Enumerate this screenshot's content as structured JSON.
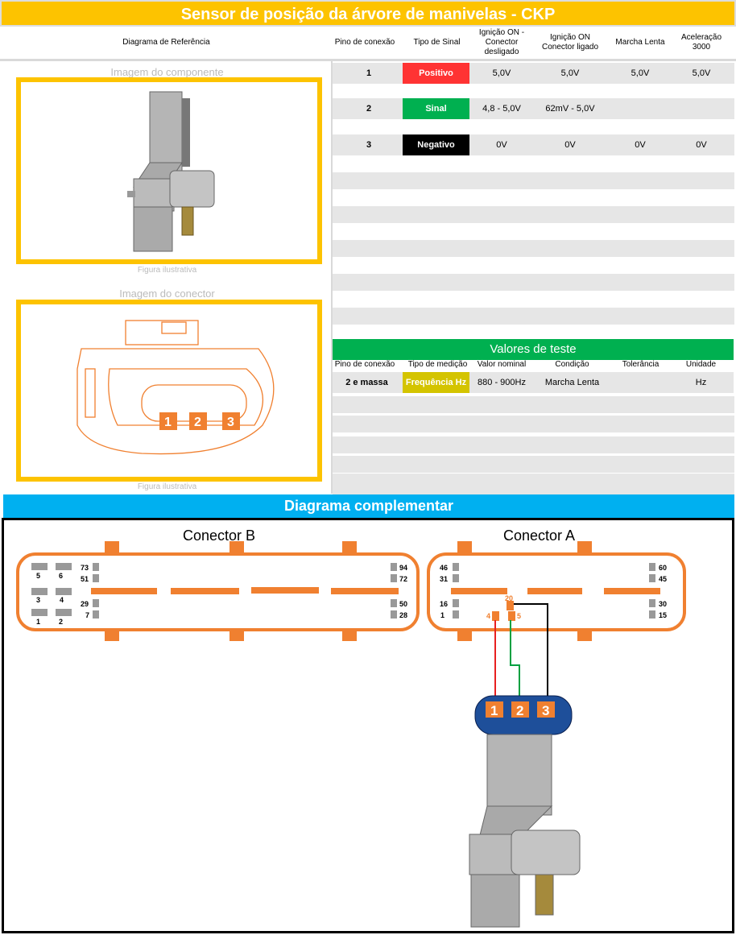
{
  "title": "Sensor de posição da árvore de manivelas - CKP",
  "columns": {
    "ref": "Diagrama de Referência",
    "pin": "Pino de conexão",
    "type": "Tipo de Sinal",
    "ign_off": "Ignição ON - Conector desligado",
    "ign_on": "Ignição ON Conector ligado",
    "idle": "Marcha Lenta",
    "accel": "Aceleração 3000"
  },
  "left": {
    "component_label": "Imagem do componente",
    "connector_label": "Imagem do conector",
    "caption1": "Figura ilustrativa",
    "caption2": "Figura ilustrativa",
    "pins": [
      "1",
      "2",
      "3"
    ]
  },
  "pins": [
    {
      "pin": "1",
      "type": "Positivo",
      "color": "#FF3333",
      "ign_off": "5,0V",
      "ign_on": "5,0V",
      "idle": "5,0V",
      "accel": "5,0V"
    },
    {
      "pin": "2",
      "type": "Sinal",
      "color": "#00B050",
      "ign_off": "4,8 - 5,0V",
      "ign_on": "62mV - 5,0V",
      "idle": "",
      "accel": ""
    },
    {
      "pin": "3",
      "type": "Negativo",
      "color": "#000000",
      "ign_off": "0V",
      "ign_on": "0V",
      "idle": "0V",
      "accel": "0V"
    }
  ],
  "tests": {
    "title": "Valores de teste",
    "headers": [
      "Pino de conexão",
      "Tipo de medição",
      "Valor nominal",
      "Condição",
      "Tolerância",
      "Unidade"
    ],
    "row": {
      "pin": "2 e massa",
      "type": "Frequência Hz",
      "nominal": "880 - 900Hz",
      "condition": "Marcha Lenta",
      "tolerance": "",
      "unit": "Hz"
    }
  },
  "diagram": {
    "title": "Diagrama complementar",
    "conn_b": "Conector B",
    "conn_a": "Conector A",
    "b_pins": {
      "p5": "5",
      "p6": "6",
      "p3": "3",
      "p4": "4",
      "p1": "1",
      "p2": "2",
      "p73": "73",
      "p51": "51",
      "p29": "29",
      "p7": "7",
      "p94": "94",
      "p72": "72",
      "p50": "50",
      "p28": "28"
    },
    "a_pins": {
      "p46": "46",
      "p31": "31",
      "p16": "16",
      "p1": "1",
      "p60": "60",
      "p45": "45",
      "p30": "30",
      "p15": "15",
      "p20": "20",
      "p4": "4",
      "p5": "5"
    },
    "sensor_pins": [
      "1",
      "2",
      "3"
    ]
  }
}
